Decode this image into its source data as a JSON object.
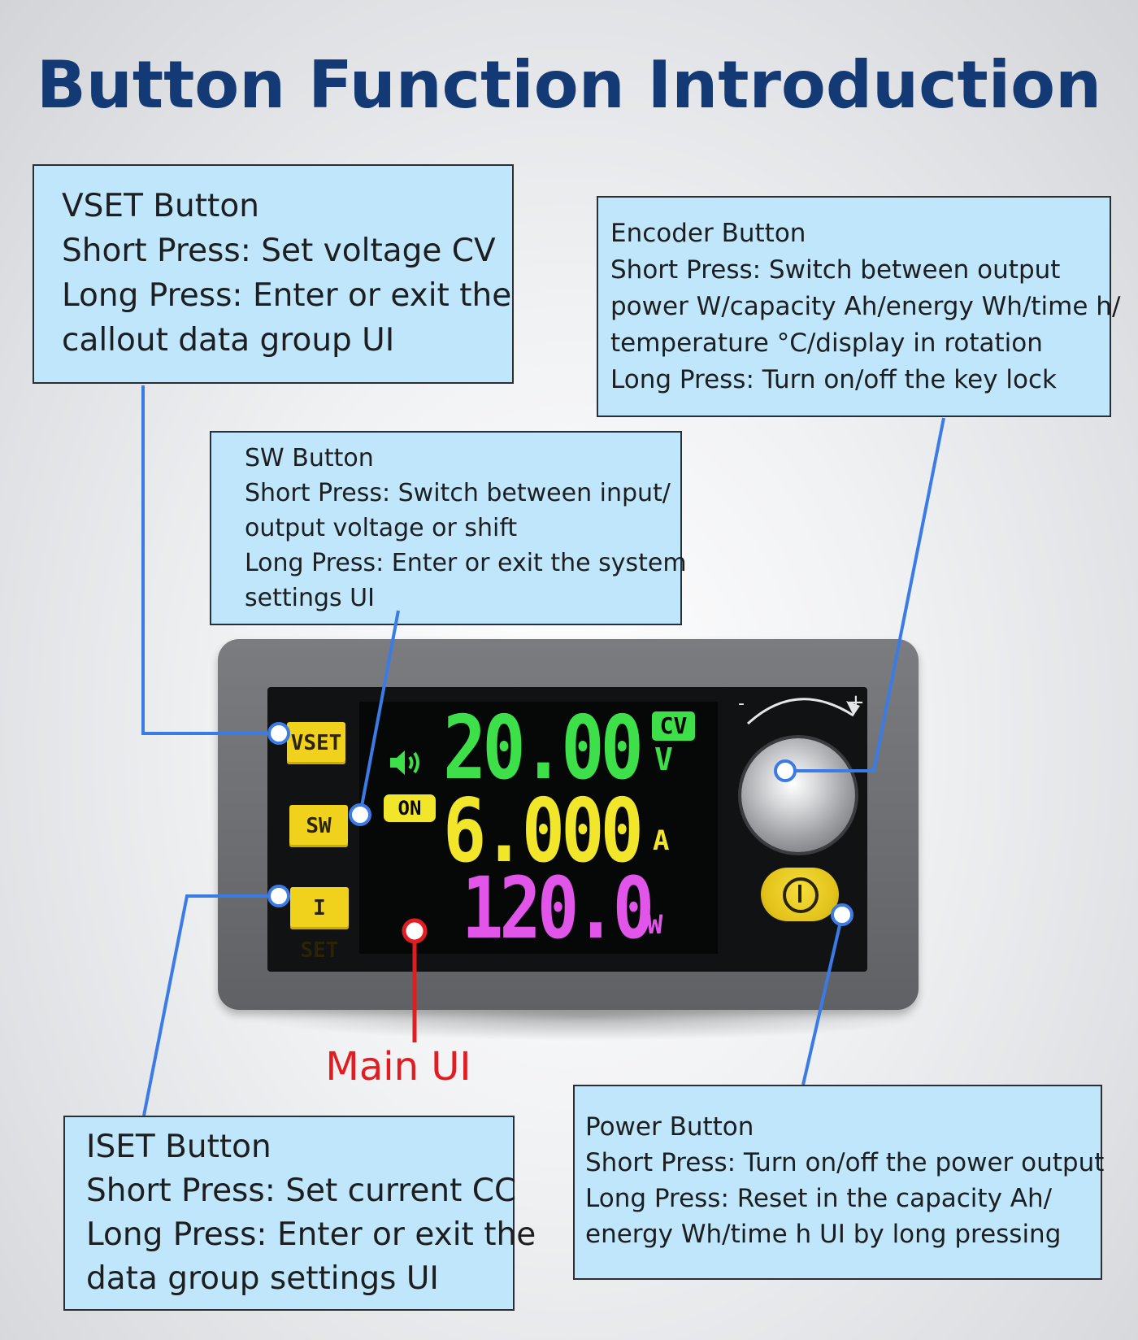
{
  "title": "Button Function Introduction",
  "callouts": {
    "vset": {
      "lines": [
        "VSET Button",
        "Short Press: Set voltage CV",
        "Long Press: Enter or exit the",
        "callout data group UI"
      ]
    },
    "encoder": {
      "lines": [
        "Encoder Button",
        "Short Press: Switch between output",
        "power W/capacity Ah/energy Wh/time h/",
        "temperature °C/display in rotation",
        "Long Press: Turn on/off the key lock"
      ]
    },
    "sw": {
      "lines": [
        "SW Button",
        "Short Press: Switch between input/",
        "output voltage or shift",
        "Long Press: Enter or exit the system",
        "settings UI"
      ]
    },
    "iset": {
      "lines": [
        "ISET Button",
        "Short Press: Set current CC",
        "Long Press: Enter or exit the",
        "data group settings UI"
      ]
    },
    "power": {
      "lines": [
        "Power Button",
        "Short Press: Turn on/off the power output",
        "Long Press: Reset in the capacity Ah/",
        "energy Wh/time h  UI by long pressing"
      ]
    }
  },
  "device": {
    "buttons": {
      "vset": "VSET",
      "sw": "SW",
      "iset": "I SET"
    },
    "display": {
      "voltage": "20.00",
      "voltage_unit": "V",
      "mode_badge": "CV",
      "current": "6.000",
      "current_unit": "A",
      "power": "120.0",
      "power_unit": "W",
      "output_badge": "ON"
    },
    "knob_minus": "-",
    "knob_plus": "+"
  },
  "main_ui_label": "Main UI",
  "colors": {
    "title": "#133a74",
    "callout_fill": "#bfe6fa",
    "connector_line": "#3b7be6",
    "main_ui_marker": "#e21d22",
    "lcd_voltage": "#3ee04a",
    "lcd_current": "#f2e62a",
    "lcd_power": "#e155e9",
    "button_yellow": "#f0d21c"
  }
}
